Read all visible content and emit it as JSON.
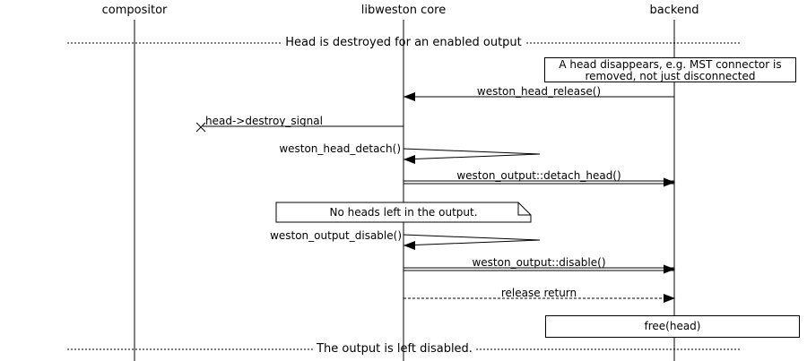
{
  "diagram": {
    "colors": {
      "background": "#ffffff",
      "line": "#000000",
      "text": "#000000"
    },
    "actors": [
      {
        "label": "compositor"
      },
      {
        "label": "libweston core"
      },
      {
        "label": "backend"
      }
    ],
    "dividers": [
      {
        "label": "Head is destroyed for an enabled output"
      },
      {
        "label": "The output is left disabled."
      }
    ],
    "notes": [
      {
        "kind": "box",
        "line1": "A head disappears, e.g. MST connector is",
        "line2": "removed, not just disconnected"
      },
      {
        "kind": "note",
        "text": "No heads left in the output."
      },
      {
        "kind": "box",
        "text": "free(head)"
      }
    ],
    "messages": [
      {
        "label": "weston_head_release()",
        "from": "backend",
        "to": "libweston core",
        "line": "solid",
        "arrow": "filled-left"
      },
      {
        "label": "head->destroy_signal",
        "from": "libweston core",
        "to": "lost",
        "line": "solid",
        "arrow": "cross"
      },
      {
        "label": "weston_head_detach()",
        "from": "libweston core",
        "to": "libweston core",
        "line": "solid",
        "arrow": "self"
      },
      {
        "label": "weston_output::detach_head()",
        "from": "libweston core",
        "to": "backend",
        "line": "double",
        "arrow": "filled-right"
      },
      {
        "label": "weston_output_disable()",
        "from": "libweston core",
        "to": "libweston core",
        "line": "solid",
        "arrow": "self"
      },
      {
        "label": "weston_output::disable()",
        "from": "libweston core",
        "to": "backend",
        "line": "double",
        "arrow": "filled-right"
      },
      {
        "label": "release return",
        "from": "libweston core",
        "to": "backend",
        "line": "dashed",
        "arrow": "filled-right"
      }
    ]
  }
}
